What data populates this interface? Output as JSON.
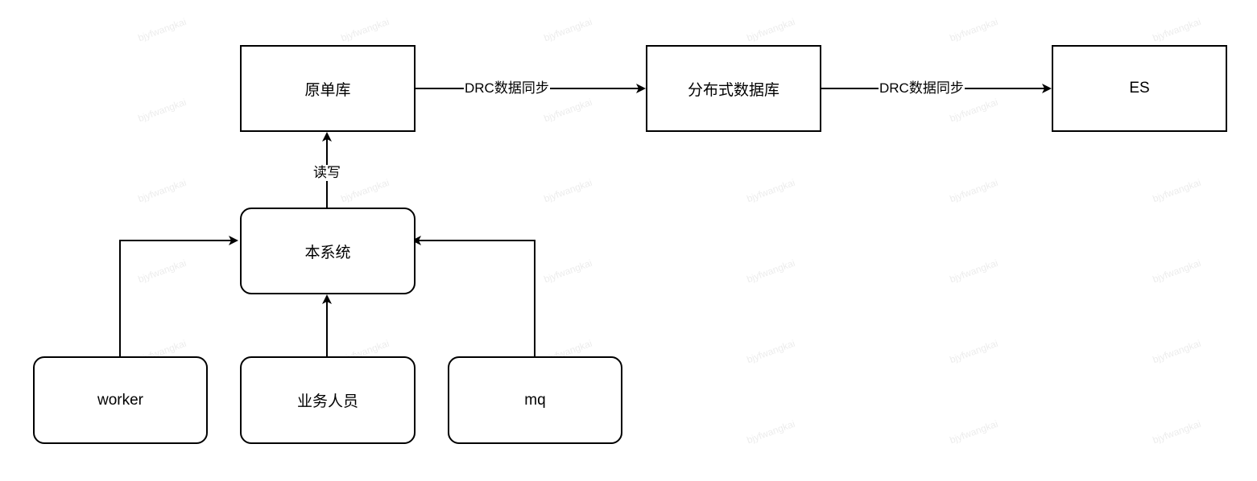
{
  "nodes": {
    "orig_db": "原单库",
    "dist_db": "分布式数据库",
    "es": "ES",
    "this_system": "本系统",
    "worker": "worker",
    "biz_staff": "业务人员",
    "mq": "mq"
  },
  "edges": {
    "sync1": "DRC数据同步",
    "sync2": "DRC数据同步",
    "read_write": "读写"
  },
  "watermark": "bjyfwangkai",
  "colors": {
    "stroke": "#000000",
    "background": "#ffffff"
  }
}
